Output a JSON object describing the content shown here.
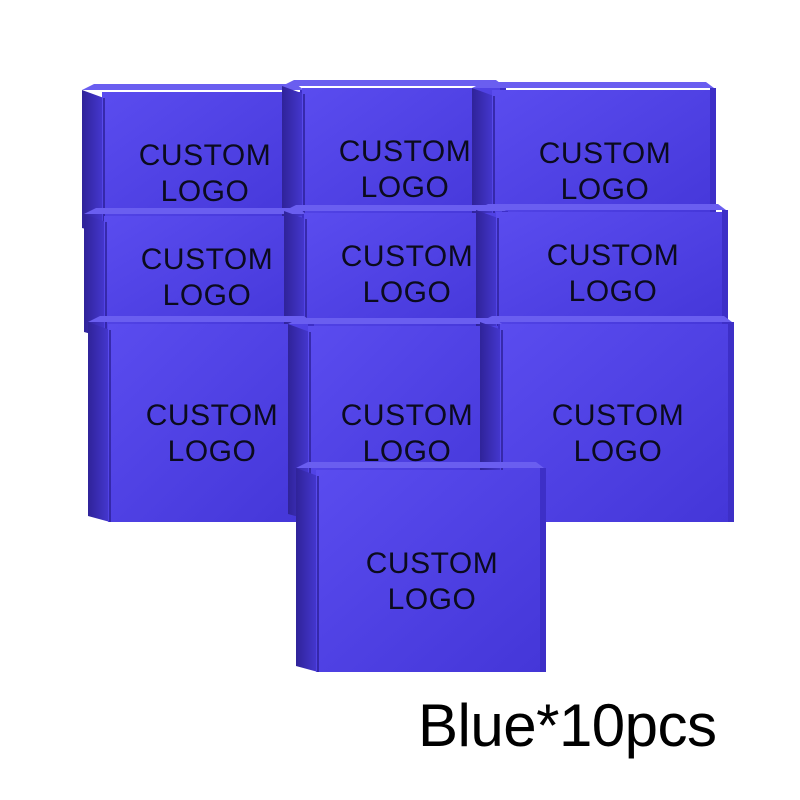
{
  "product": {
    "box_text_line1": "CUSTOM",
    "box_text_line2": "LOGO",
    "caption": "Blue*10pcs"
  },
  "colors": {
    "box_front": "#5143e6",
    "box_front_dark": "#3d2fc7",
    "box_top": "#6a5ef0",
    "box_edge": "#2c2096",
    "text": "#0b0b1e",
    "background": "#ffffff"
  },
  "icons": [
    "shipping-box-icon"
  ]
}
